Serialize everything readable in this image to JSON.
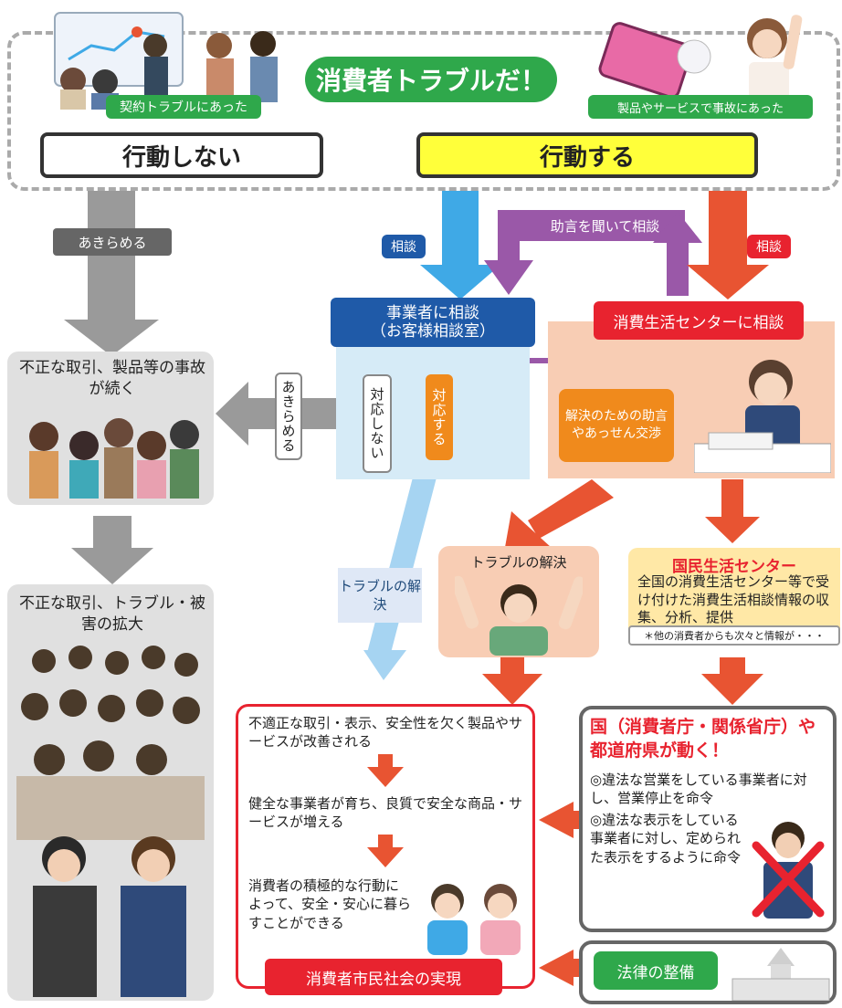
{
  "colors": {
    "gray_arrow": "#9a9a9a",
    "blue_arrow": "#3fa9e6",
    "red_arrow": "#e85432",
    "purple": "#9a58a8",
    "green": "#2fa84b",
    "yellow": "#ffff3a",
    "navy": "#1f5aa8",
    "red": "#e8232f",
    "orange": "#f08a1c"
  },
  "header": {
    "title": "消費者トラブルだ！",
    "contract_label": "契約トラブルにあった",
    "accident_label": "製品やサービスで事故にあった"
  },
  "decision": {
    "no_action": "行動しない",
    "action": "行動する"
  },
  "left": {
    "give_up": "あきらめる",
    "continues_title": "不正な取引、製品等の事故が続く",
    "expand_title": "不正な取引、トラブル・被害の拡大"
  },
  "middle": {
    "consult_tag_left": "相談",
    "consult_tag_right": "相談",
    "advice_then_consult": "助言を聞いて相談",
    "business_consult": "事業者に相談",
    "business_consult_sub": "（お客様相談室）",
    "no_response": "対応しない",
    "responds": "対応する",
    "give_up_vertical": "あきらめる",
    "trouble_resolved": "トラブルの解決"
  },
  "right": {
    "center_consult": "消費生活センターに相談",
    "advice_box": "解決のための助言やあっせん交渉",
    "resolved_title": "トラブルの解決",
    "kokumin_title": "国民生活センター",
    "kokumin_body": "全国の消費生活センター等で受け付けた消費生活相談情報の収集、分析、提供",
    "kokumin_note": "＊他の消費者からも次々と情報が・・・",
    "gov_title": "国（消費者庁・関係省庁）や都道府県が動く！",
    "gov_item1": "◎違法な営業をしている事業者に対し、営業停止を命令",
    "gov_item2": "◎違法な表示をしている事業者に対し、定められた表示をするように命令",
    "law": "法律の整備"
  },
  "result": {
    "item1": "不適正な取引・表示、安全性を欠く製品やサービスが改善される",
    "item2": "健全な事業者が育ち、良質で安全な商品・サービスが増える",
    "item3": "消費者の積極的な行動によって、安全・安心に暮らすことができる",
    "banner": "消費者市民社会の実現"
  }
}
